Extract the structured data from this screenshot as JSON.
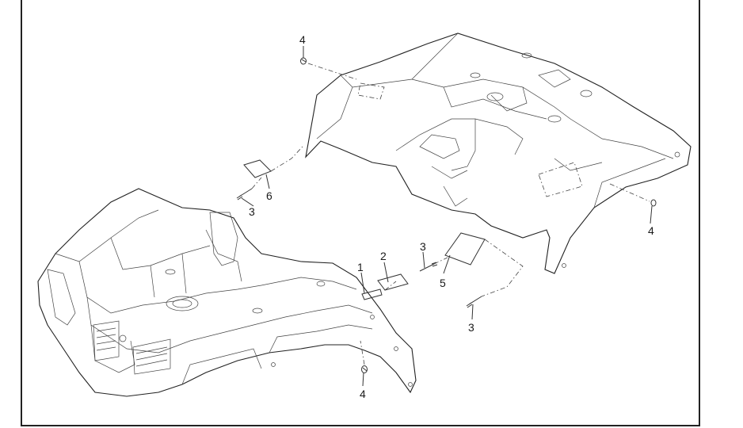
{
  "diagram": {
    "callouts": [
      {
        "id": "c1",
        "text": "1"
      },
      {
        "id": "c2",
        "text": "2"
      },
      {
        "id": "c3a",
        "text": "3"
      },
      {
        "id": "c3b",
        "text": "3"
      },
      {
        "id": "c3c",
        "text": "3"
      },
      {
        "id": "c4a",
        "text": "4"
      },
      {
        "id": "c4b",
        "text": "4"
      },
      {
        "id": "c4c",
        "text": "4"
      },
      {
        "id": "c5",
        "text": "5"
      },
      {
        "id": "c6",
        "text": "6"
      }
    ]
  }
}
